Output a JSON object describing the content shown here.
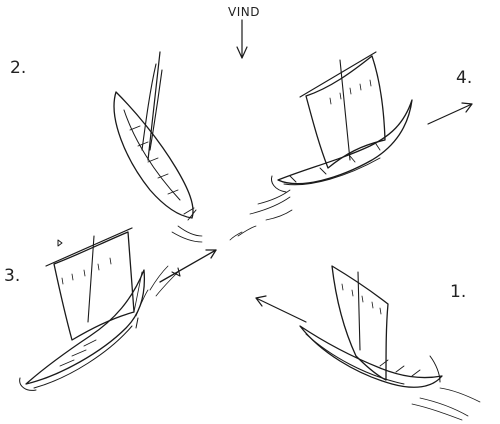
{
  "wind": {
    "label": "VIND"
  },
  "ships": [
    {
      "number": "1."
    },
    {
      "number": "2."
    },
    {
      "number": "3."
    },
    {
      "number": "4."
    }
  ],
  "colors": {
    "ink": "#1a1a1a",
    "background": "#ffffff"
  },
  "icons": [
    "wind-arrow-icon",
    "heading-arrow-icon",
    "longship-icon"
  ]
}
